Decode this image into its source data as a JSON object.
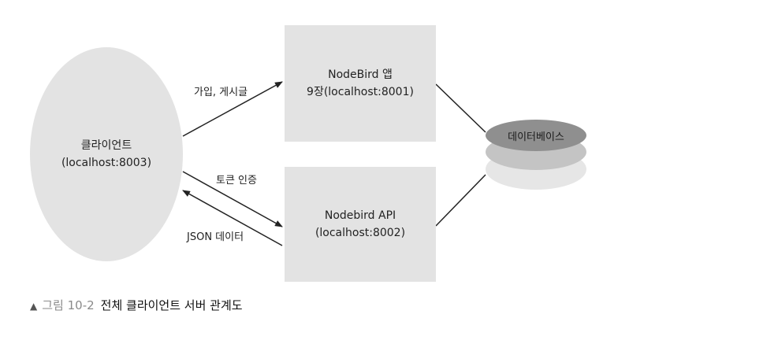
{
  "client": {
    "title": "클라이언트",
    "address": "(localhost:8003)"
  },
  "nodebird_app": {
    "title": "NodeBird 앱",
    "subtitle": "9장(localhost:8001)"
  },
  "nodebird_api": {
    "title": "Nodebird API",
    "subtitle": "(localhost:8002)"
  },
  "database": {
    "label": "데이터베이스"
  },
  "edges": {
    "signup_label": "가입, 게시글",
    "token_label": "토큰 인증",
    "json_label": "JSON 데이터"
  },
  "caption": {
    "marker": "▲",
    "number": "그림 10-2",
    "text": "전체 클라이언트 서버 관계도"
  },
  "colors": {
    "node_fill": "#e3e3e3",
    "db_top": "#8f8f8f",
    "db_middle": "#c4c4c4",
    "db_bottom": "#e6e6e6",
    "line": "#222222"
  }
}
